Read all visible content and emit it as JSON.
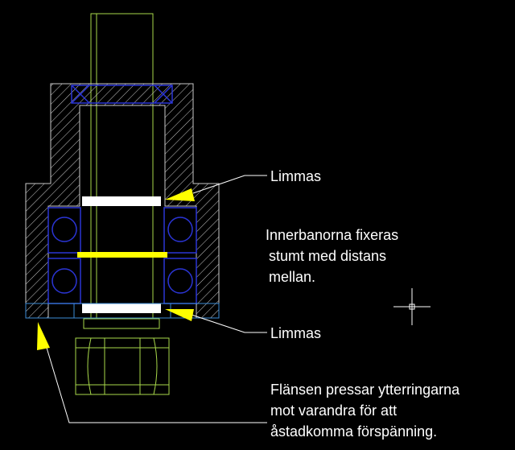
{
  "labels": {
    "glue_top": "Limmas",
    "inner_rings": [
      "Innerbanorna fixeras",
      "stumt med distans",
      "mellan."
    ],
    "glue_bottom": "Limmas",
    "flange": [
      "Flänsen pressar ytterringarna",
      "mot varandra för att",
      "åstadkomma förspänning."
    ]
  },
  "colors": {
    "background": "#000000",
    "shaft": "#a8d84a",
    "housing": "#c9c9c9",
    "bearing": "#2b35d6",
    "glue": "#ffffff",
    "spacer": "#ffff00",
    "flange": "#3b8bd6",
    "arrow": "#ffff00",
    "leader": "#ffffff",
    "cursor": "#ffffff"
  },
  "icons": {
    "cursor": "crosshair-cursor-icon"
  }
}
